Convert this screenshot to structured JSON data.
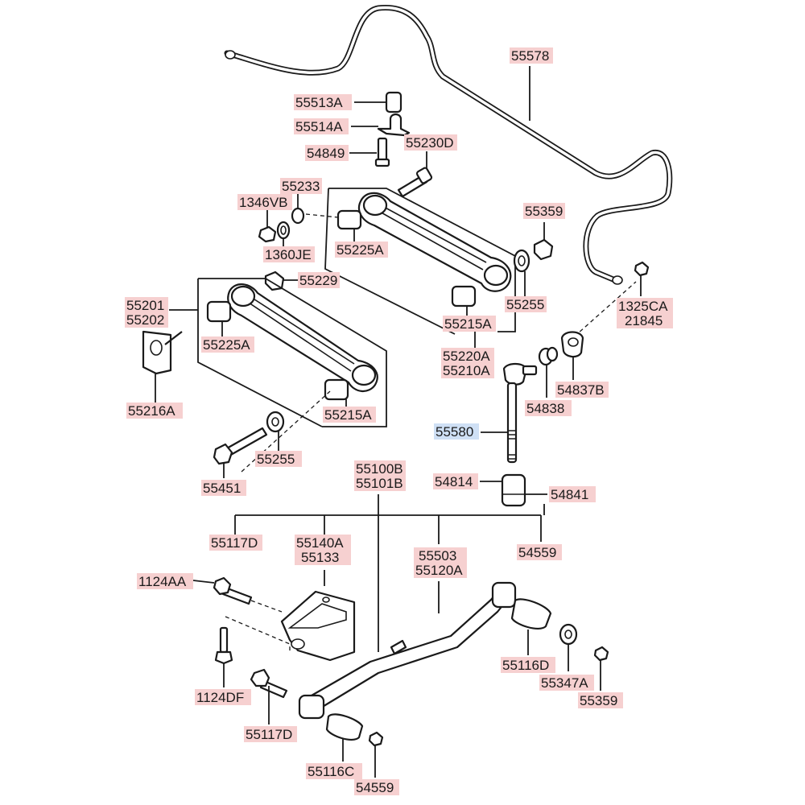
{
  "colors": {
    "label_highlight": "#f6d0d0",
    "label_selected": "#cfe0f5",
    "line": "#1a1a1a"
  },
  "labels": {
    "stabilizer_bar": "55578",
    "bushing": "55513A",
    "bracket": "55514A",
    "bracket_bolt": "54849",
    "arm_bolt_upper": "55230D",
    "washer_55233": "55233",
    "nut_1346vb": "1346VB",
    "ring_1360je": "1360JE",
    "bushing_55225a_upper": "55225A",
    "nut_55359_upper": "55359",
    "nut_55229": "55229",
    "washer_55255_upper": "55255",
    "bushing_55215a_upper": "55215A",
    "lower_arm_a": "55201",
    "lower_arm_b": "55202",
    "bushing_55225a_lower": "55225A",
    "bracket_55216a": "55216A",
    "bushing_55215a_lower": "55215A",
    "washer_55255_lower": "55255",
    "bolt_55451": "55451",
    "upper_arm_a": "55220A",
    "upper_arm_b": "55210A",
    "nut_1325ca": "1325CA",
    "nut_21845": "21845",
    "bushing_54837b": "54837B",
    "ring_54838": "54838",
    "link": "55580",
    "link_bolt": "54814",
    "link_bushing": "54841",
    "trailing_arm_a": "55100B",
    "trailing_arm_b": "55101B",
    "bolt_55117d_top": "55117D",
    "bracket_a": "55140A",
    "bracket_b": "55133",
    "arm_assy_a": "55503",
    "arm_assy_b": "55120A",
    "nut_54559_top": "54559",
    "bolt_1124aa": "1124AA",
    "bushing_55116d": "55116D",
    "washer_55347a": "55347A",
    "nut_55359_lower": "55359",
    "bolt_1124df": "1124DF",
    "bolt_55117d_bottom": "55117D",
    "bushing_55116c": "55116C",
    "nut_54559_bottom": "54559"
  }
}
